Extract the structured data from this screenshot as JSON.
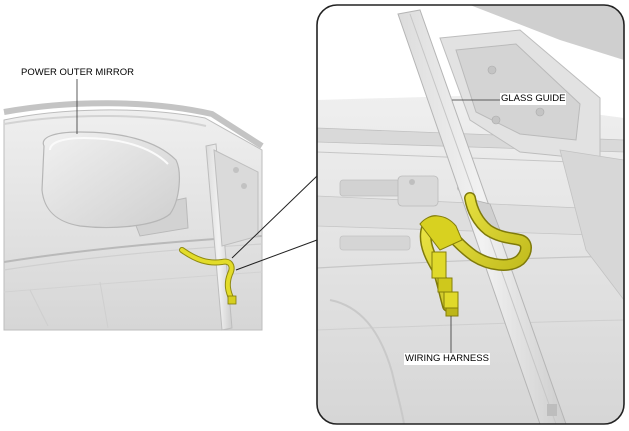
{
  "labels": {
    "power_outer_mirror": "POWER OUTER MIRROR",
    "glass_guide": "GLASS GUIDE",
    "wiring_harness": "WIRING HARNESS"
  },
  "colors": {
    "background": "#ffffff",
    "body_panel": "#e4e4e4",
    "body_shadow": "#c9c9c9",
    "body_line": "#b4b4b4",
    "harness": "#e3dc2a",
    "harness_dark": "#8f8a10",
    "frame": "#222222"
  }
}
